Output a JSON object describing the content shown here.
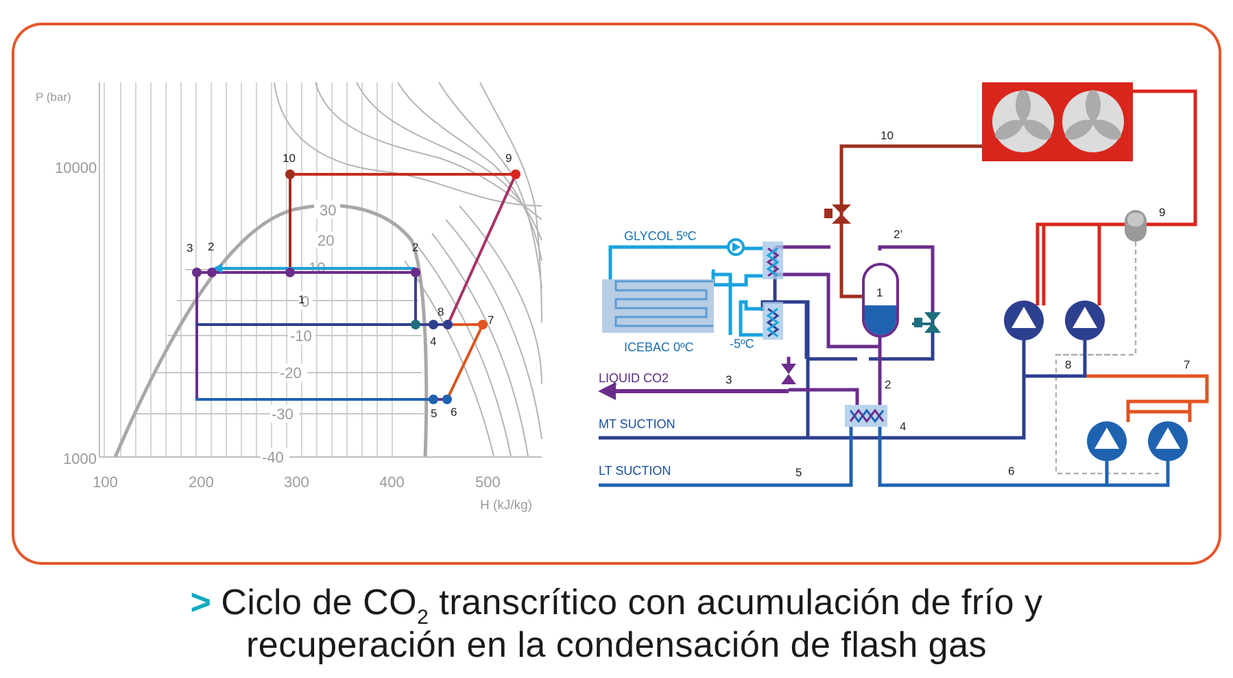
{
  "caption": {
    "marker": ">",
    "line1_before": "Ciclo de CO",
    "line1_sub": "2",
    "line1_after": " transcrítico con acumulación de frío y",
    "line2": "recuperación en la condensación de flash gas"
  },
  "ph_chart": {
    "y_label": "P (bar)",
    "x_label": "H (kJ/kg)",
    "y_ticks": [
      "10000",
      "1000"
    ],
    "x_ticks": [
      "100",
      "200",
      "300",
      "400",
      "500"
    ],
    "isotherm_labels": [
      "30",
      "20",
      "10",
      "0",
      "-10",
      "-20",
      "-30",
      "-40"
    ],
    "point_labels": [
      "10",
      "9",
      "3",
      "2",
      "2",
      "1",
      "8",
      "7",
      "4",
      "5",
      "6"
    ]
  },
  "schematic": {
    "labels": {
      "glycol": "GLYCOL 5ºC",
      "icebac": "ICEBAC 0ºC",
      "minus5": "-5ºC",
      "liquid_co2": "LIQUID CO2",
      "mt_suction": "MT SUCTION",
      "lt_suction": "LT SUCTION"
    },
    "numbers": {
      "n10": "10",
      "n9": "9",
      "n2p": "2’",
      "n1": "1",
      "n3": "3",
      "n2": "2",
      "n4": "4",
      "n5": "5",
      "n6": "6",
      "n7": "7",
      "n8": "8"
    }
  },
  "colors": {
    "frame": "#e6562a",
    "caption_marker": "#12aac0",
    "red": "#d9261c",
    "brown": "#9e2f1f",
    "purple": "#6b2d8b",
    "navy": "#2d3f8f",
    "blue": "#1f63b0",
    "cyan": "#1aa2dc",
    "orange": "#e2541f",
    "gray": "#b0b0b0"
  }
}
